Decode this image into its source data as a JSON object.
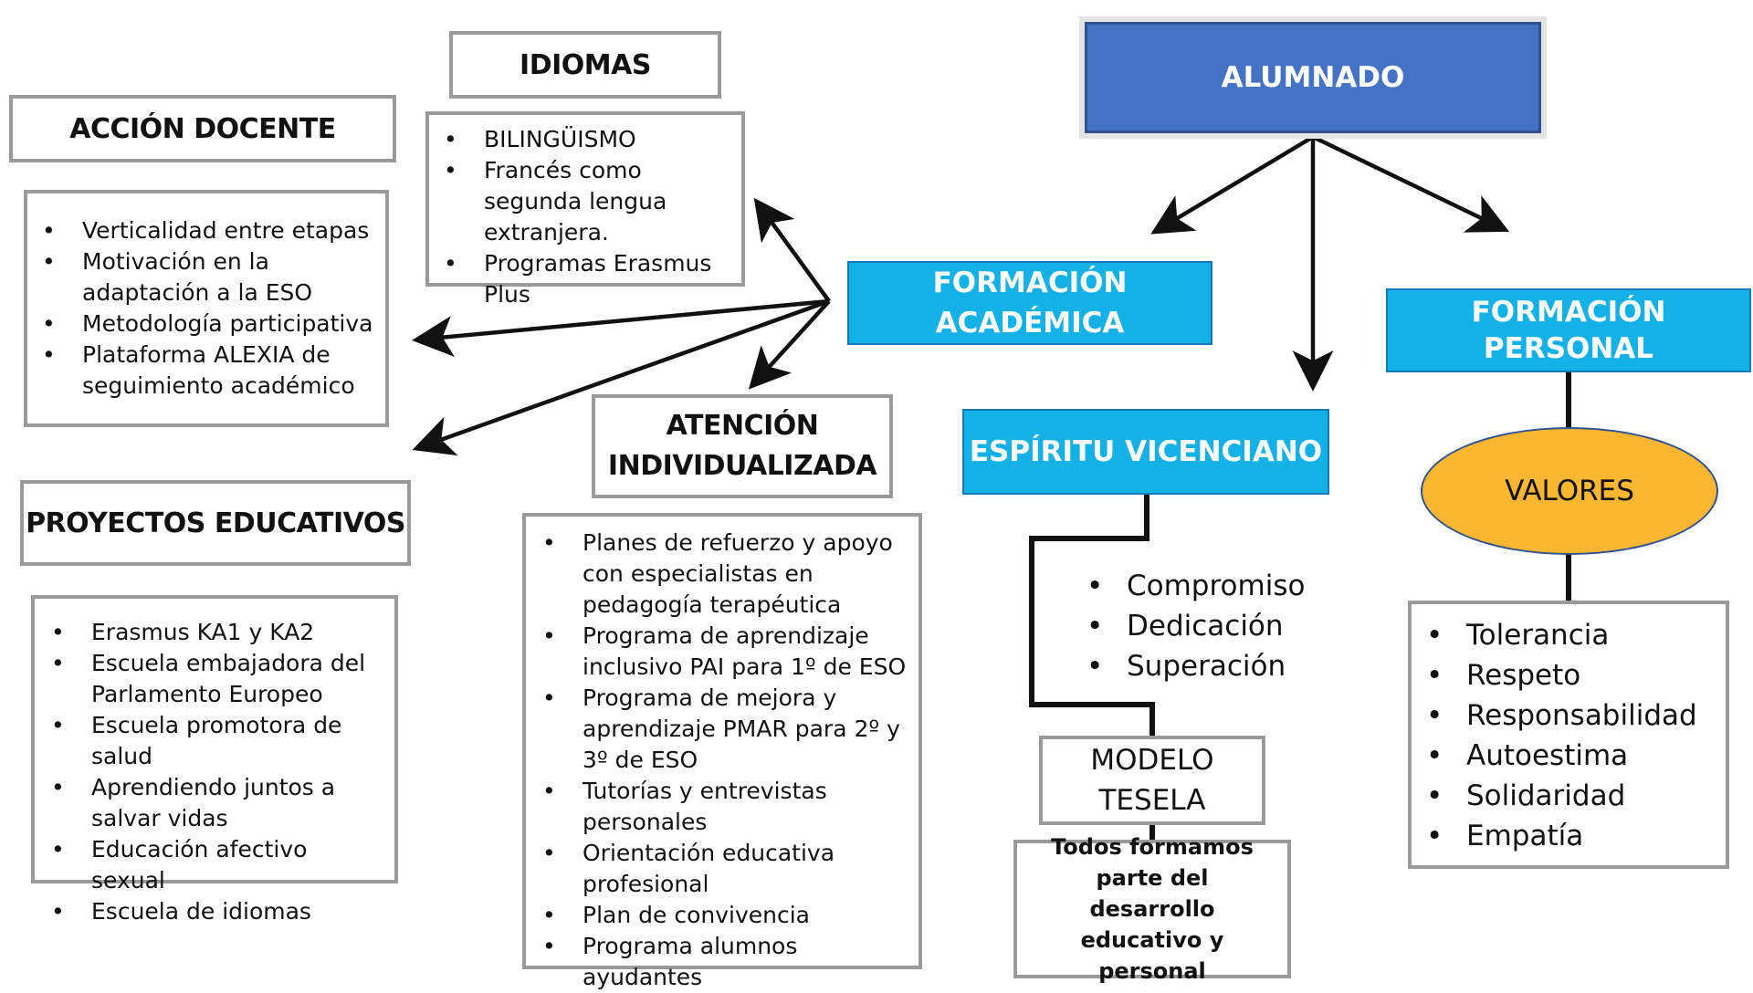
{
  "accion_docente": {
    "title": "ACCIÓN DOCENTE",
    "items": [
      "Verticalidad entre etapas",
      "Motivación en la adaptación a la ESO",
      "Metodología participativa",
      "Plataforma ALEXIA de seguimiento académico"
    ]
  },
  "idiomas": {
    "title": "IDIOMAS",
    "items": [
      "BILINGÜISMO",
      "Francés como segunda lengua extranjera.",
      "Programas Erasmus Plus"
    ]
  },
  "proyectos_educativos": {
    "title": "PROYECTOS EDUCATIVOS",
    "items": [
      "Erasmus KA1 y KA2",
      "Escuela embajadora del Parlamento Europeo",
      "Escuela promotora de salud",
      "Aprendiendo juntos a salvar vidas",
      "Educación afectivo sexual",
      "Escuela de idiomas"
    ]
  },
  "atencion_individualizada": {
    "title_line1": "ATENCIÓN",
    "title_line2": "INDIVIDUALIZADA",
    "items": [
      "Planes de refuerzo y apoyo con especialistas en pedagogía terapéutica",
      "Programa de aprendizaje inclusivo PAI para 1º de ESO",
      "Programa de mejora y aprendizaje PMAR para 2º y 3º de ESO",
      "Tutorías y entrevistas personales",
      "Orientación educativa profesional",
      "Plan de convivencia",
      "Programa alumnos ayudantes"
    ]
  },
  "alumnado": {
    "title": "ALUMNADO"
  },
  "formacion_academica": {
    "line1": "FORMACIÓN",
    "line2": "ACADÉMICA"
  },
  "formacion_personal": {
    "title": "FORMACIÓN PERSONAL"
  },
  "espiritu_vicenciano": {
    "title": "ESPÍRITU VICENCIANO",
    "items": [
      "Compromiso",
      "Dedicación",
      "Superación"
    ]
  },
  "modelo_tesela": {
    "line1": "MODELO",
    "line2": "TESELA",
    "description": "Todos formamos parte del desarrollo educativo y personal"
  },
  "valores": {
    "title": "VALORES",
    "items": [
      "Tolerancia",
      "Respeto",
      "Responsabilidad",
      "Autoestima",
      "Solidaridad",
      "Empatía"
    ]
  },
  "colors": {
    "alumnado_fill": "#4472c4",
    "section_fill": "#14b1e7",
    "valores_fill": "#fbb731",
    "box_border": "#9a9a9a"
  }
}
